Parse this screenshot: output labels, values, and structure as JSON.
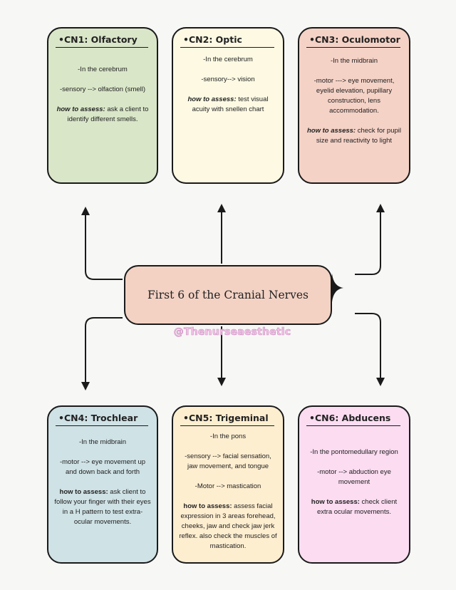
{
  "center": {
    "title": "First 6 of the Cranial Nerves"
  },
  "watermark": "@Thenurseaesthetic",
  "nerves": [
    {
      "title": "•CN1: Olfactory",
      "lines": [
        "-In the cerebrum",
        "-sensory --> olfaction (smell)"
      ],
      "assess_label": "how to assess:",
      "assess_text": " ask a client to identify different smells."
    },
    {
      "title": "•CN2: Optic",
      "lines": [
        "-In the cerebrum",
        "-sensory--> vision"
      ],
      "assess_label": "how to assess:",
      "assess_text": " test visual acuity with snellen chart"
    },
    {
      "title": "•CN3: Oculomotor",
      "lines": [
        "-In the midbrain",
        "-motor ---> eye movement, eyelid elevation, pupillary construction, lens accommodation."
      ],
      "assess_label": "how to assess:",
      "assess_text": " check for pupil size and reactivity to light"
    },
    {
      "title": "•CN4: Trochlear",
      "lines": [
        "-In the midbrain",
        "-motor --> eye movement up and down back and forth"
      ],
      "assess_label": "how to assess:",
      "assess_text": " ask client to follow your finger with their eyes in a H pattern to test extra-ocular movements."
    },
    {
      "title": "•CN5: Trigeminal",
      "lines": [
        "-In the pons",
        "-sensory --> facial sensation, jaw movement, and tongue",
        "-Motor --> mastication"
      ],
      "assess_label": "how to assess:",
      "assess_text": " assess facial expression in 3 areas forehead, cheeks, jaw and check jaw jerk reflex. also check the muscles of mastication."
    },
    {
      "title": "•CN6: Abducens",
      "lines": [
        "-In the pontomedullary region",
        "-motor --> abduction eye movement"
      ],
      "assess_label": "how to assess:",
      "assess_text": " check client extra ocular movements."
    }
  ],
  "colors": {
    "cn1": "#d9e6c8",
    "cn2": "#fdf9e3",
    "cn3": "#f5d2c6",
    "cn4": "#cfe2e6",
    "cn5": "#feeed0",
    "cn6": "#fbdcf1",
    "center": "#f3d2c4",
    "watermark": "#f4c4e8"
  }
}
